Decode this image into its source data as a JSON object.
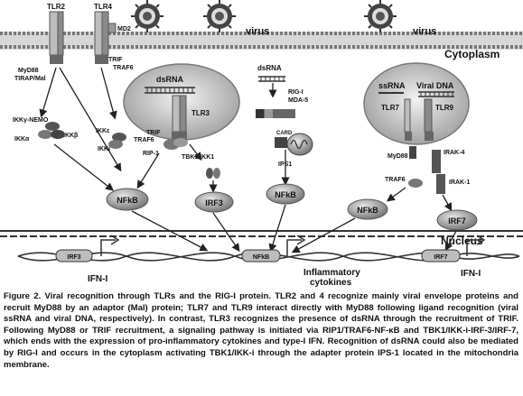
{
  "labels": {
    "tlr2": "TLR2",
    "tlr4": "TLR4",
    "md2": "MD2",
    "myd88_left": "MyD88",
    "tirap_mal": "TIRAP/Mal",
    "trif_left": "TRIF",
    "traf6_top": "TRAF6",
    "virus_1": "virus",
    "virus_2": "virus",
    "cytoplasm": "Cytoplasm",
    "dsrna_endo": "dsRNA",
    "tlr3": "TLR3",
    "dsrna_free": "dsRNA",
    "rig_i": "RIG-I",
    "mda5": "MDA-5",
    "ssrna": "ssRNA",
    "viral_dna": "Viral DNA",
    "tlr7": "TLR7",
    "tlr9": "TLR9",
    "myd88_right": "MyD88",
    "irak4": "IRAK-4",
    "traf6_right": "TRAF6",
    "irak1": "IRAK-1",
    "ikky_nemo": "IKKγ-NEMO",
    "ikka": "IKKα",
    "ikkb": "IKKβ",
    "ikke": "IKKε",
    "ikki": "IKKi",
    "traf6_mid": "TRAF6",
    "trif_endo": "TRIF",
    "rip1": "RIP-1",
    "tbk1_ikk1": "TBK1/IKK1",
    "card": "CARD",
    "ips1": "IPS1",
    "nfkb_1": "NFkB",
    "irf3": "IRF3",
    "nfkb_2": "NFkB",
    "nfkb_3": "NFkB",
    "irf7": "IRF7",
    "nucleus": "Nucleus",
    "dna_irf3": "IRF3",
    "dna_nfkb": "NFkB",
    "dna_irf7": "IRF7",
    "ifn_left": "IFN-I",
    "inflam_1": "Inflammatory",
    "inflam_2": "cytokines",
    "ifn_right": "IFN-I"
  },
  "caption": "Figure 2. Viral recognition through TLRs and the RIG-I protein. TLR2 and 4 recognize mainly viral envelope proteins and recruit MyD88 by an adaptor (Mal) protein; TLR7 and TLR9 interact directly with MyD88 following ligand recognition (viral ssRNA and viral DNA, respectively). In contrast, TLR3 recognizes the presence of dsRNA through the recruitment of TRIF. Following MyD88 or TRIF recruitment, a signaling pathway is initiated via RIP1/TRAF6-NF-κB and TBK1/IKK-i-IRF-3/IRF-7, which ends with the expression of pro-inflammatory cytokines and type-I IFN. Recognition of dsRNA could also be mediated by RIG-I and occurs in the cytoplasm activating TBK1/IKK-i through the adapter protein IPS-1 located in the mitochondria membrane."
}
